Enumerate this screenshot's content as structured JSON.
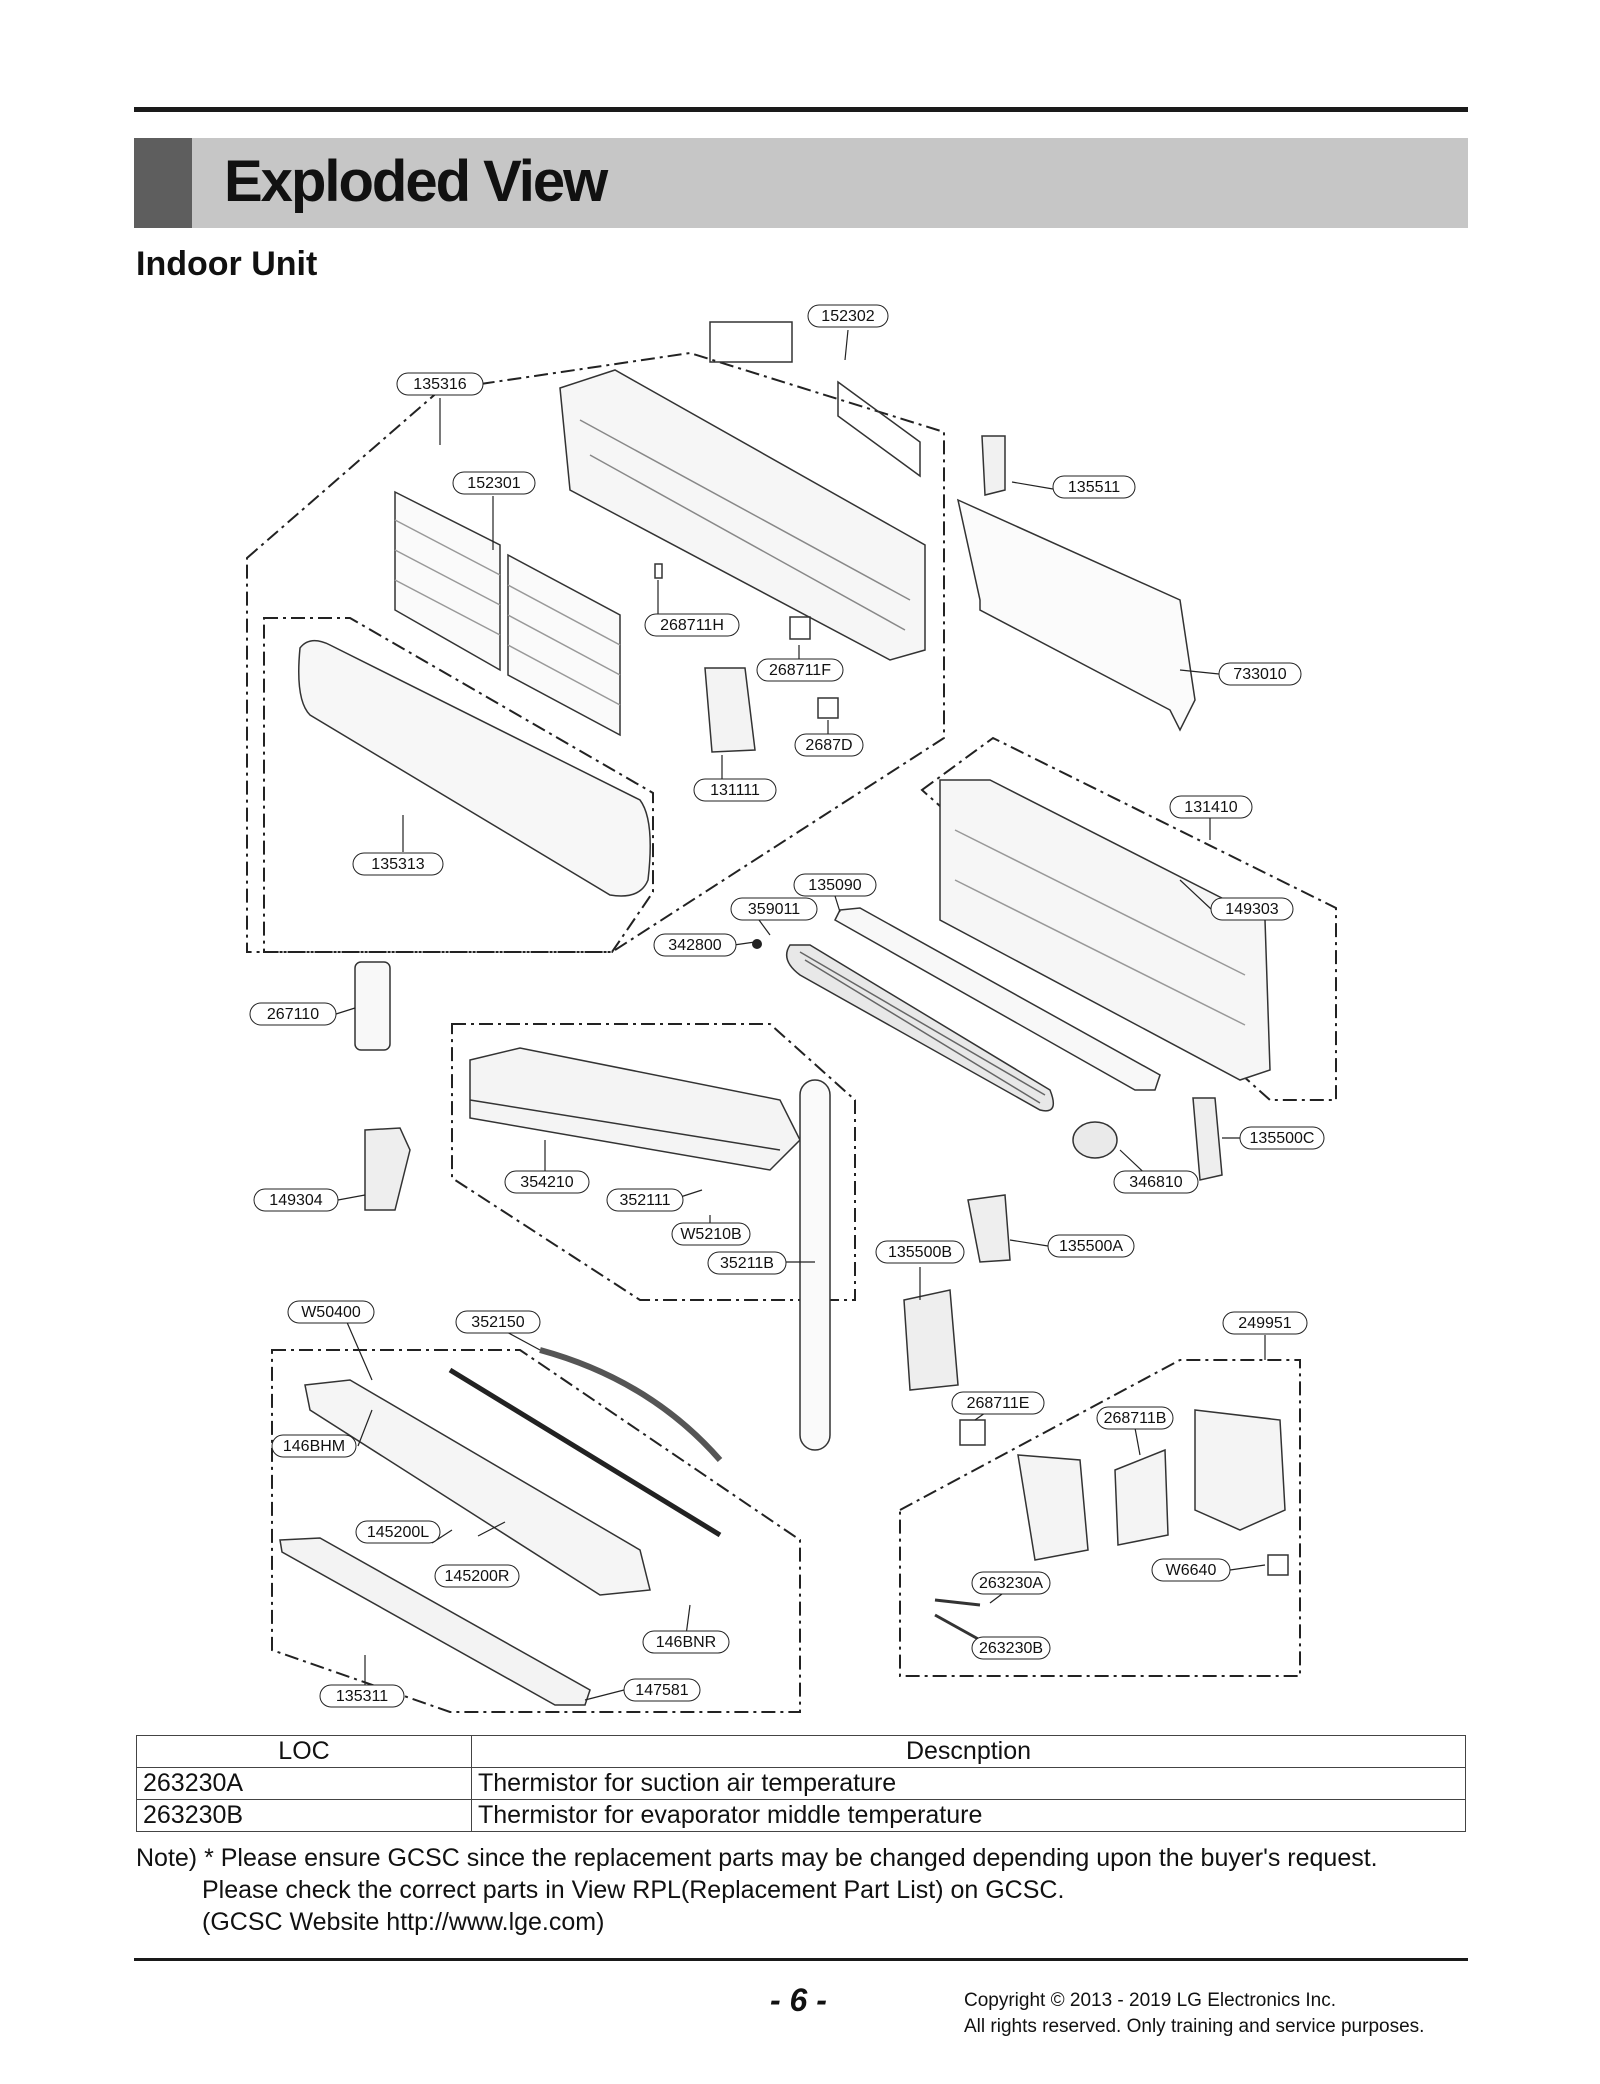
{
  "header": {
    "title": "Exploded View",
    "subtitle": "Indoor Unit"
  },
  "diagram": {
    "callouts": [
      "152302",
      "135316",
      "135511",
      "152301",
      "733010",
      "268711H",
      "268711F",
      "2687D",
      "131111",
      "131410",
      "135313",
      "135090",
      "149303",
      "359011",
      "342800",
      "267110",
      "135500C",
      "354210",
      "346810",
      "149304",
      "352111",
      "W5210B",
      "135500B",
      "135500A",
      "35211B",
      "W50400",
      "352150",
      "249951",
      "268711E",
      "268711B",
      "146BHM",
      "145200L",
      "145200R",
      "W6640",
      "263230A",
      "146BNR",
      "263230B",
      "135311",
      "147581"
    ]
  },
  "table": {
    "headers": [
      "LOC",
      "Descnption"
    ],
    "rows": [
      [
        "263230A",
        "Thermistor for suction air temperature"
      ],
      [
        "263230B",
        "Thermistor for evaporator middle temperature"
      ]
    ]
  },
  "note": {
    "line1": "Note) * Please ensure GCSC since the replacement parts may be changed depending upon the buyer's request.",
    "line2": "Please check  the correct parts in View RPL(Replacement Part List) on GCSC.",
    "line3": "(GCSC Website  http://www.lge.com)"
  },
  "footer": {
    "page": "- 6 -",
    "copyright1": "Copyright © 2013 - 2019 LG Electronics Inc.",
    "copyright2": "All rights reserved. Only training and service purposes."
  }
}
